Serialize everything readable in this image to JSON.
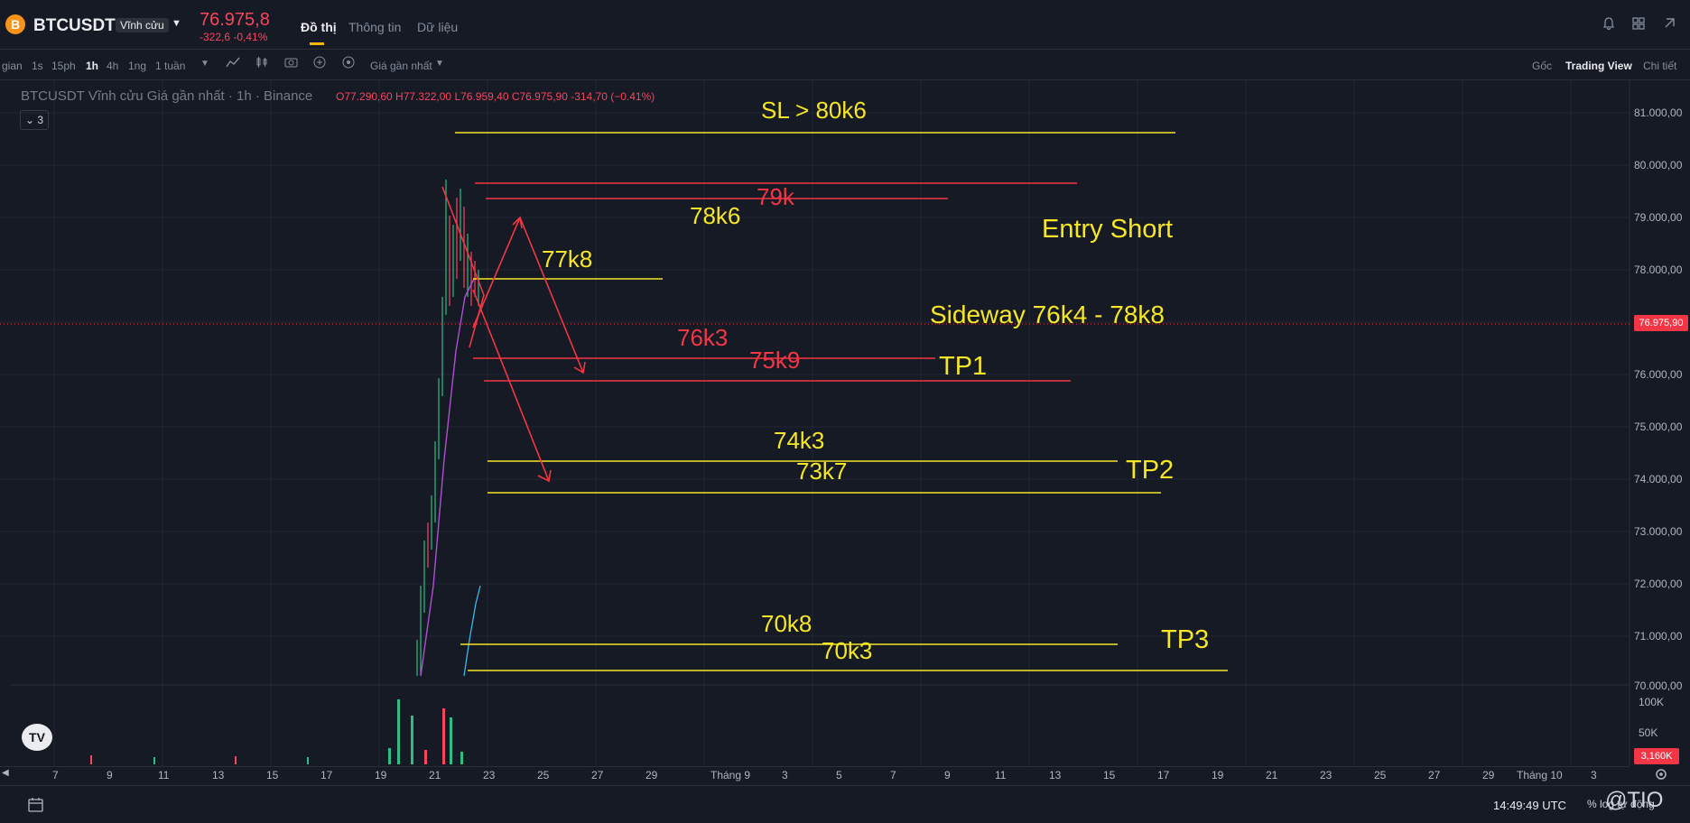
{
  "header": {
    "coin_icon": "B",
    "symbol": "BTCUSDT",
    "contract_type": "Vĩnh cửu",
    "last_price": "76.975,8",
    "change": "-322,6 -0,41%",
    "tabs": [
      "Đồ thị",
      "Thông tin",
      "Dữ liệu"
    ]
  },
  "toolbar": {
    "timeframes": [
      "gian",
      "1s",
      "15ph",
      "1h",
      "4h",
      "1ng",
      "1 tuần"
    ],
    "active_timeframe": "1h",
    "price_type": "Giá gần nhất",
    "views": [
      "Gốc",
      "Trading View",
      "Chi tiết"
    ]
  },
  "legend": {
    "title": "BTCUSDT Vĩnh cửu Giá gần nhất · 1h · Binance",
    "ohlc": "O77.290,60 H77.322,00 L76.959,40 C76.975,90 -314,70 (−0.41%)",
    "indicator_count": "3"
  },
  "price_axis": {
    "ticks": [
      "81.000,00",
      "80.000,00",
      "79.000,00",
      "78.000,00",
      "76.000,00",
      "75.000,00",
      "74.000,00",
      "73.000,00",
      "72.000,00",
      "71.000,00",
      "70.000,00"
    ],
    "current_price": "76.975,90",
    "volume_ticks": [
      "100K",
      "50K"
    ],
    "current_volume": "3,160K"
  },
  "time_axis": {
    "ticks": [
      "7",
      "9",
      "11",
      "13",
      "15",
      "17",
      "19",
      "21",
      "23",
      "25",
      "27",
      "29",
      "Tháng 9",
      "3",
      "5",
      "7",
      "9",
      "11",
      "13",
      "15",
      "17",
      "19",
      "21",
      "23",
      "25",
      "27",
      "29",
      "Tháng 10",
      "3"
    ]
  },
  "annotations": {
    "sl": "SL > 80k6",
    "r79k": "79k",
    "r78k6": "78k6",
    "entry": "Entry Short",
    "y77k8": "77k8",
    "sideway": "Sideway 76k4 - 78k8",
    "r76k3": "76k3",
    "r75k9": "75k9",
    "tp1": "TP1",
    "y74k3": "74k3",
    "y73k7": "73k7",
    "tp2": "TP2",
    "y70k8": "70k8",
    "y70k3": "70k3",
    "tp3": "TP3"
  },
  "colors": {
    "background": "#161a25",
    "annotation_yellow": "#f5e626",
    "annotation_red": "#f23645",
    "accent": "#f0b90b"
  },
  "footer": {
    "tv_logo": "TV",
    "clock": "14:49:49 UTC",
    "scale_options": "% log tự động",
    "watermark": "@TIO"
  }
}
